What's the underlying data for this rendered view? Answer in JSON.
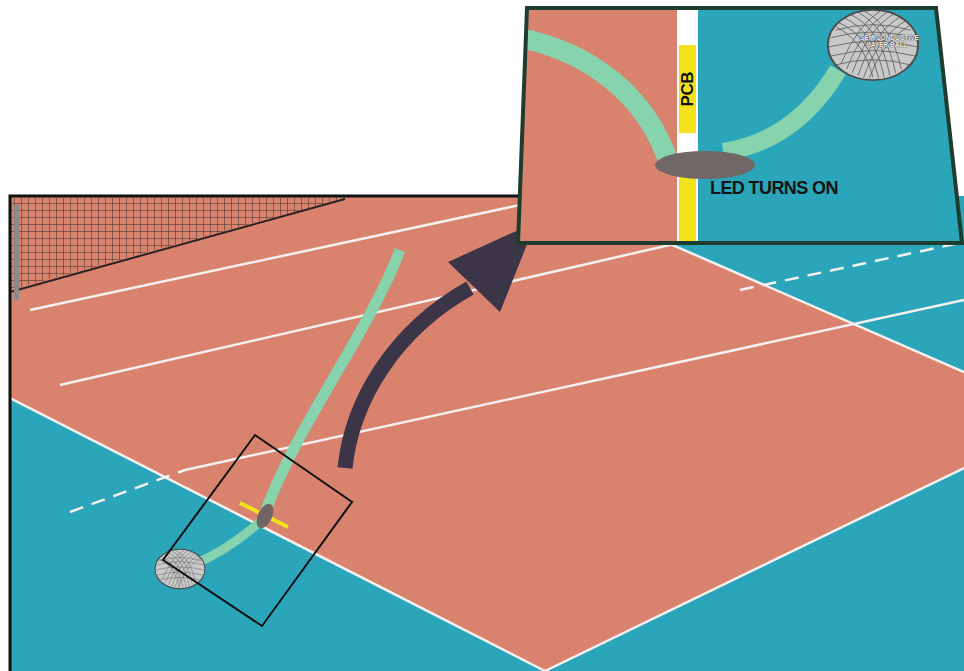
{
  "diagram": {
    "nodes": [
      {
        "text": [
          "PCB"
        ]
      },
      {
        "text": [
          "LED TURNS ON"
        ]
      },
      {
        "text": [
          "SEMICONDUCTIVE LAYER BALL"
        ]
      }
    ],
    "edges": [
      {
        "from": 2,
        "to": 1,
        "arrow": "none"
      }
    ]
  }
}
